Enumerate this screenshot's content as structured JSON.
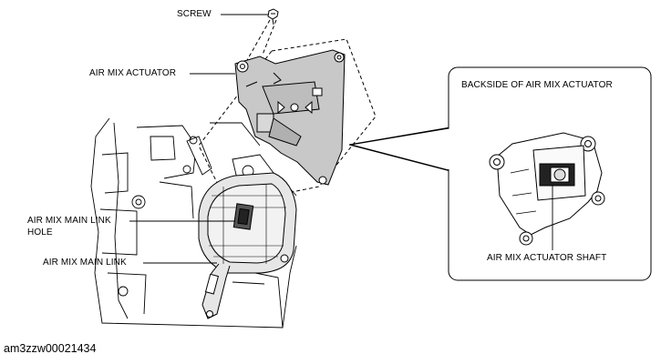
{
  "labels": {
    "screw": "SCREW",
    "air_mix_actuator": "AIR MIX ACTUATOR",
    "air_mix_main_link_hole_line1": "AIR MIX MAIN LINK",
    "air_mix_main_link_hole_line2": "HOLE",
    "air_mix_main_link": "AIR MIX MAIN LINK",
    "backside_title": "BACKSIDE OF AIR MIX ACTUATOR",
    "actuator_shaft": "AIR MIX ACTUATOR SHAFT"
  },
  "document_id": "am3zzw00021434",
  "colors": {
    "line": "#000000",
    "actuator_fill": "#c8c8c8",
    "link_fill": "#e6e6e6",
    "background": "#ffffff"
  }
}
